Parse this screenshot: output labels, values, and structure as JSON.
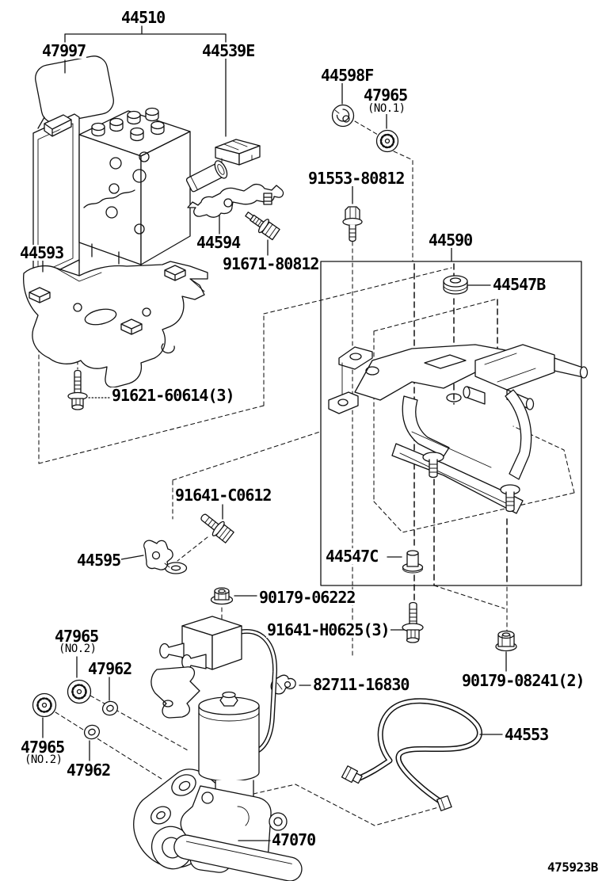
{
  "diagram": {
    "type": "exploded-parts-diagram",
    "background": "#ffffff",
    "line_color": "#111111",
    "drawing_code": "475923B",
    "labels": [
      {
        "text": "44510"
      },
      {
        "text": "47997"
      },
      {
        "text": "44539E"
      },
      {
        "text": "44598F"
      },
      {
        "text": "47965"
      },
      {
        "text": "(NO.1)"
      },
      {
        "text": "91553-80812"
      },
      {
        "text": "44590"
      },
      {
        "text": "44547B"
      },
      {
        "text": "44593"
      },
      {
        "text": "44594"
      },
      {
        "text": "91671-80812"
      },
      {
        "text": "91621-60614(3)"
      },
      {
        "text": "91641-C0612"
      },
      {
        "text": "44595"
      },
      {
        "text": "90179-06222"
      },
      {
        "text": "44547C"
      },
      {
        "text": "91641-H0625(3)"
      },
      {
        "text": "82711-16830"
      },
      {
        "text": "90179-08241(2)"
      },
      {
        "text": "47965"
      },
      {
        "text": "(NO.2)"
      },
      {
        "text": "47962"
      },
      {
        "text": "47965"
      },
      {
        "text": "(NO.2)"
      },
      {
        "text": "47962"
      },
      {
        "text": "47070"
      },
      {
        "text": "44553"
      }
    ]
  }
}
